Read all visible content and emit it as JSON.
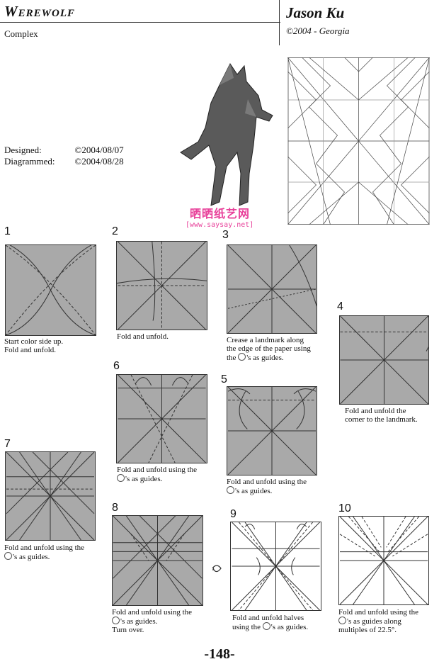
{
  "header": {
    "title": "Werewolf",
    "subtitle": "Complex",
    "author": "Jason Ku",
    "copyright": "©2004 - Georgia"
  },
  "dates": {
    "designed_label": "Designed:",
    "designed_value": "©2004/08/07",
    "diagrammed_label": "Diagrammed:",
    "diagrammed_value": "©2004/08/28"
  },
  "watermark": {
    "line1": "晒晒纸艺网",
    "line2": "[www.saysay.net]"
  },
  "steps": [
    {
      "number": "1",
      "caption_lines": [
        "Start color side up.",
        "Fold and unfold."
      ]
    },
    {
      "number": "2",
      "caption_lines": [
        "Fold and unfold."
      ]
    },
    {
      "number": "3",
      "caption_lines": [
        "Crease a landmark along",
        "the edge of the paper using",
        "the ",
        "'s as guides."
      ]
    },
    {
      "number": "4",
      "caption_lines": [
        "Fold and unfold the",
        "corner to the landmark."
      ]
    },
    {
      "number": "5",
      "caption_lines": [
        "Fold and unfold using the",
        "'s as guides."
      ]
    },
    {
      "number": "6",
      "caption_lines": [
        "Fold and unfold using the",
        "'s as guides."
      ]
    },
    {
      "number": "7",
      "caption_lines": [
        "Fold and unfold using the",
        "'s as guides."
      ]
    },
    {
      "number": "8",
      "caption_lines": [
        "Fold and unfold using the",
        "'s as guides.",
        "Turn over."
      ]
    },
    {
      "number": "9",
      "caption_lines": [
        "Fold and unfold halves",
        "using the ",
        "'s as guides."
      ]
    },
    {
      "number": "10",
      "caption_lines": [
        "Fold and unfold using the",
        "'s as guides along",
        "multiples of 22.5°."
      ]
    }
  ],
  "page_number": "-148-",
  "colors": {
    "paper": "#a9a9a9",
    "line": "#333333",
    "watermark": "#e8409a"
  }
}
